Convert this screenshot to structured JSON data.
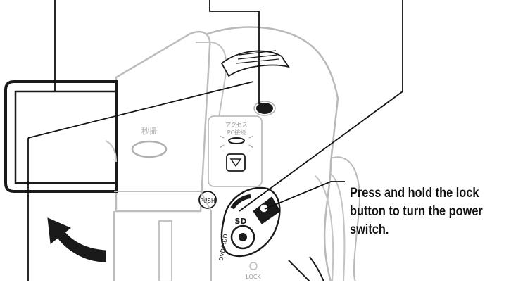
{
  "camera": {
    "button_photo_label": "秒撮",
    "access_label_line1": "アクセス",
    "access_label_line2": "PC接続",
    "sd_label": "SD",
    "push_label": "PUSH",
    "lock_label": "LOCK",
    "mode_label": "DVD/HDD"
  },
  "callout": {
    "lines": [
      "Press and hold the lock",
      "button to turn the power",
      "switch."
    ]
  },
  "colors": {
    "body_stroke": "#b5b5b5",
    "dark_stroke": "#1a1a1a",
    "leader": "#111111",
    "arrow": "#1a1a1a"
  }
}
